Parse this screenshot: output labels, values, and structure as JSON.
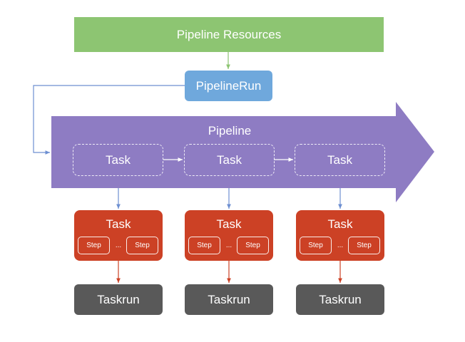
{
  "diagram": {
    "resources": {
      "label": "Pipeline Resources"
    },
    "pipelinerun": {
      "label": "PipelineRun"
    },
    "pipeline": {
      "label": "Pipeline",
      "tasks": [
        {
          "label": "Task"
        },
        {
          "label": "Task"
        },
        {
          "label": "Task"
        }
      ]
    },
    "tasks": [
      {
        "label": "Task",
        "step1": "Step",
        "ellipsis": "...",
        "step2": "Step"
      },
      {
        "label": "Task",
        "step1": "Step",
        "ellipsis": "...",
        "step2": "Step"
      },
      {
        "label": "Task",
        "step1": "Step",
        "ellipsis": "...",
        "step2": "Step"
      }
    ],
    "taskruns": [
      {
        "label": "Taskrun"
      },
      {
        "label": "Taskrun"
      },
      {
        "label": "Taskrun"
      }
    ]
  },
  "colors": {
    "resources": "#8dc572",
    "pipelinerun": "#6fa8dc",
    "pipeline": "#8e7cc3",
    "task": "#cc4125",
    "taskrun": "#595959",
    "connector_blue": "#6d8fd1",
    "connector_green": "#8dc572",
    "connector_red": "#cc4125",
    "connector_white": "#ffffff"
  }
}
